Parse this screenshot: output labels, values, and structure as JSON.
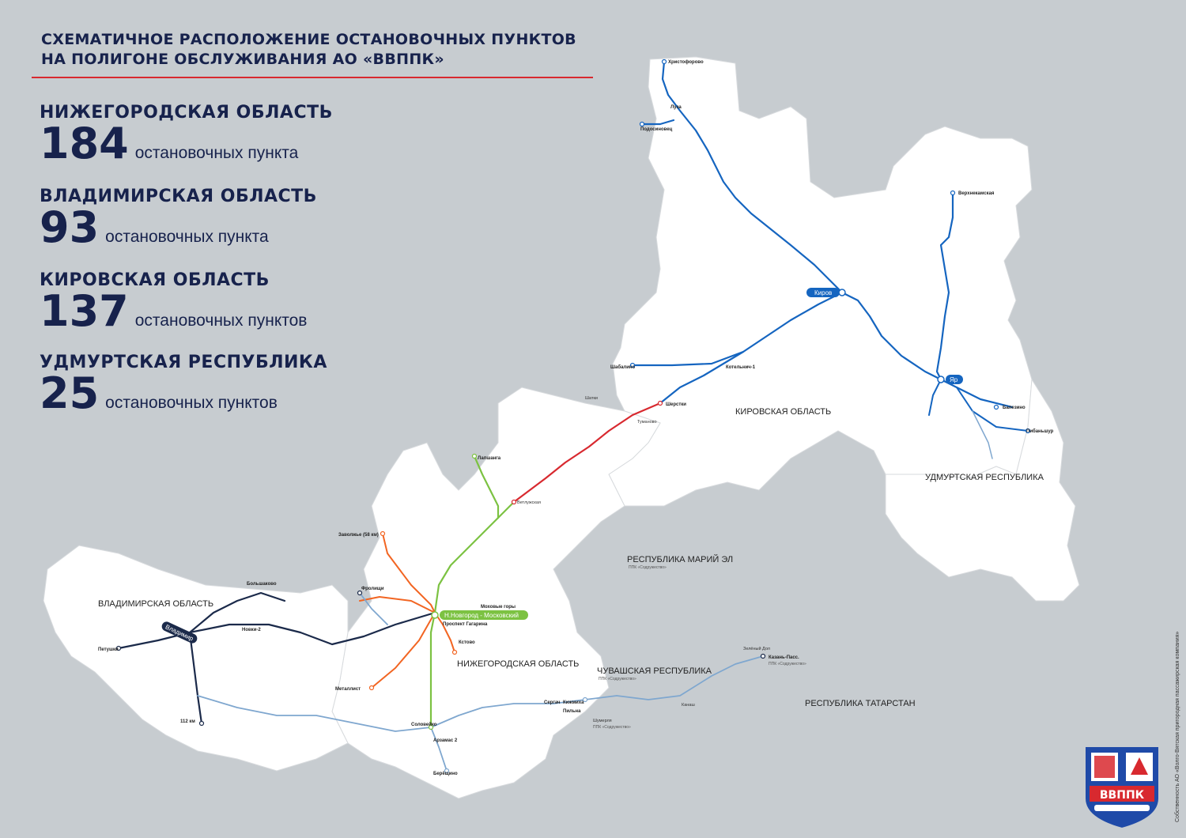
{
  "title": {
    "line1": "СХЕМАТИЧНОЕ РАСПОЛОЖЕНИЕ ОСТАНОВОЧНЫХ ПУНКТОВ",
    "line2": "НА ПОЛИГОНЕ ОБСЛУЖИВАНИЯ АО «ВВППК»"
  },
  "stats": [
    {
      "region": "НИЖЕГОРОДСКАЯ ОБЛАСТЬ",
      "count": "184",
      "unit": "остановочных пункта"
    },
    {
      "region": "ВЛАДИМИРСКАЯ ОБЛАСТЬ",
      "count": "93",
      "unit": "остановочных пункта"
    },
    {
      "region": "КИРОВСКАЯ ОБЛАСТЬ",
      "count": "137",
      "unit": "остановочных пунктов"
    },
    {
      "region": "УДМУРТСКАЯ РЕСПУБЛИКА",
      "count": "25",
      "unit": "остановочных пунктов"
    }
  ],
  "map": {
    "region_labels": {
      "kirov": "КИРОВСКАЯ ОБЛАСТЬ",
      "udmurt": "УДМУРТСКАЯ РЕСПУБЛИКА",
      "mari": "РЕСПУБЛИКА МАРИЙ ЭЛ",
      "mari_sub": "ППК «Содружество»",
      "vladimir": "ВЛАДИМИРСКАЯ ОБЛАСТЬ",
      "nizhny": "НИЖЕГОРОДСКАЯ ОБЛАСТЬ",
      "chuvash": "ЧУВАШСКАЯ РЕСПУБЛИКА",
      "chuvash_sub": "ППК «Содружество»",
      "tatarstan": "РЕСПУБЛИКА ТАТАРСТАН"
    },
    "hubs": {
      "kirov": "Киров",
      "izhevsk": "Яр",
      "vladimir": "Владимир",
      "nizhny": "Н.Новгород - Московский"
    },
    "stations": {
      "khristoforovo": "Христофорово",
      "podosinovets": "Подосиновец",
      "luza": "Луза",
      "verkhnekamskaya": "Верхнекамская",
      "shabalino": "Шабалино",
      "kotelnich": "Котельнич-1",
      "sherstki": "Шерстки",
      "lapshanga": "Лапшанга",
      "balezino": "Балезино",
      "pibanshur": "Пибаньшур",
      "zavolzhye": "Заволжье (58 км)",
      "frolishchi": "Фролищи",
      "bolshakovo": "Большаково",
      "novki": "Новки-2",
      "petushki": "Петушки",
      "km112": "112 км",
      "kazan": "Казань-Пасс.",
      "kazan_sub": "ППК «Содружество»",
      "zeleny_dol": "Зелёный Дол",
      "kanash": "Канаш",
      "shumerlya": "Шумерля",
      "shumerlya_sub": "ППК «Содружество»",
      "sergach": "Сергач",
      "kirkizha": "Кижмиха",
      "pilna": "Пильна",
      "arzamas": "Арзамас 2",
      "kstovo": "Кстово",
      "gagarina": "Проспект Гагарина",
      "moscow_gory": "Моховые горы",
      "metallist": "Металлист",
      "soloveyko": "Соловейко",
      "beresino": "Берёщино",
      "vetluzhskaya": "Ветлужская",
      "shatki": "Шатки",
      "tumanovo": "Туманово"
    }
  },
  "logo": {
    "text": "ВВППК",
    "colors": {
      "blue": "#1f4aa8",
      "red": "#d8292f",
      "white": "#ffffff",
      "green": "#3a8a3c"
    }
  },
  "credit": "Собственность АО «Волго-Вятская пригородная пассажирская компания»",
  "colors": {
    "background": "#c7ccd0",
    "land": "#ffffff",
    "title_text": "#17224c",
    "title_rule": "#d8292f",
    "line_blue": "#1565c0",
    "line_red": "#d8292f",
    "line_green": "#7cc242",
    "line_orange": "#f26522",
    "line_navy": "#1b2a4a",
    "line_light": "#7fa7cf"
  }
}
